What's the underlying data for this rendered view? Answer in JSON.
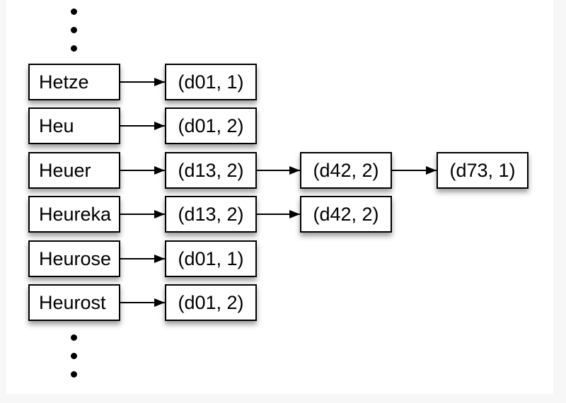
{
  "page": {
    "background_color": "#f7f7f7",
    "slide_background_color": "#ffffff"
  },
  "diagram": {
    "colors": {
      "box_fill": "#ffffff",
      "box_border": "#000000",
      "arrow": "#000000",
      "ellipsis_dot": "#000000"
    },
    "ellipsis": {
      "top_dots": 3,
      "bottom_dots": 3
    },
    "rows": [
      {
        "term": "Hetze",
        "postings": [
          "(d01, 1)"
        ]
      },
      {
        "term": "Heu",
        "postings": [
          "(d01, 2)"
        ]
      },
      {
        "term": "Heuer",
        "postings": [
          "(d13, 2)",
          "(d42, 2)",
          "(d73, 1)"
        ]
      },
      {
        "term": "Heureka",
        "postings": [
          "(d13, 2)",
          "(d42, 2)"
        ]
      },
      {
        "term": "Heurose",
        "postings": [
          "(d01, 1)"
        ]
      },
      {
        "term": "Heurost",
        "postings": [
          "(d01, 2)"
        ]
      }
    ]
  }
}
